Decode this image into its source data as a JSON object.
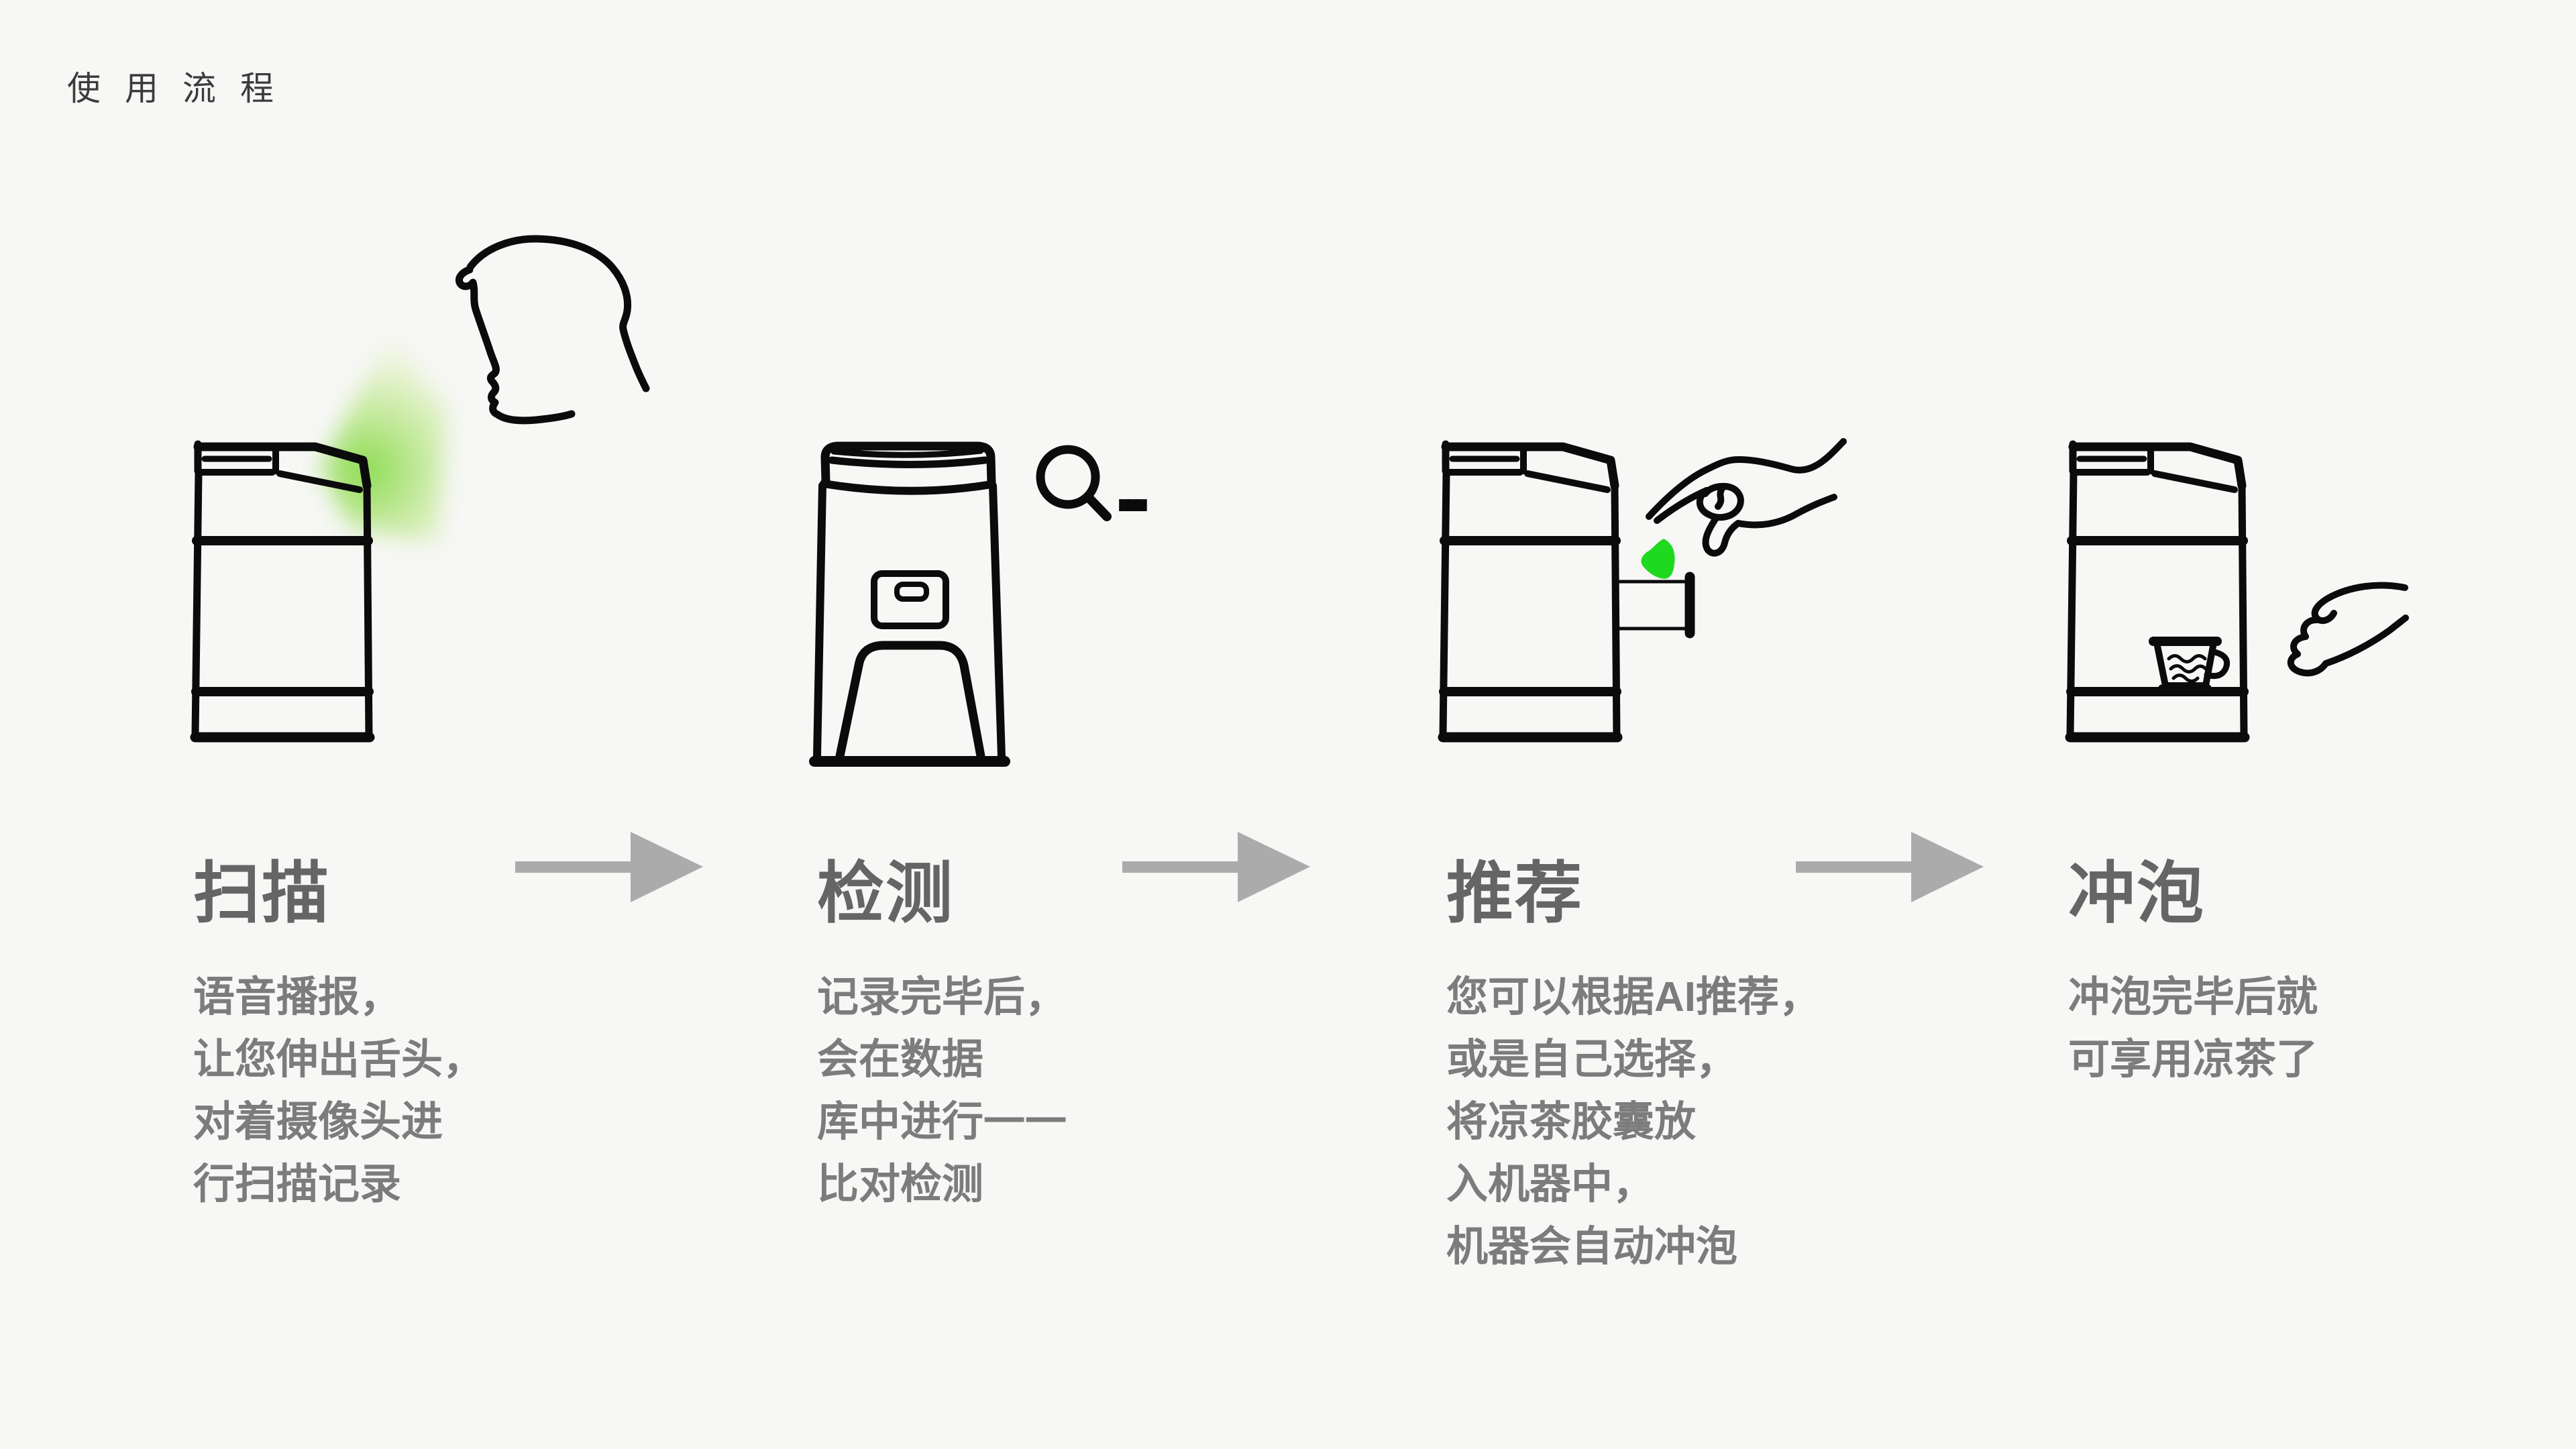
{
  "page": {
    "title": "使用流程"
  },
  "colors": {
    "background": "#f7f7f6",
    "line_art": "#0b0b0b",
    "arrow_gray": "#ababab",
    "step_title_gray": "#656565",
    "description_gray": "#7c7c7c",
    "page_title_gray": "#3c3c3c",
    "capsule_green": "#1fd91f",
    "scan_beam_green": "#7ed83f"
  },
  "detection_ellipsis": "...",
  "steps": [
    {
      "id": "scan",
      "title": "扫描",
      "desc_lines": [
        "语音播报，",
        "让您伸出舌头，",
        "对着摄像头进",
        "行扫描记录"
      ],
      "icons": [
        "tea-machine-side-icon",
        "face-profile-icon",
        "scan-beam-glow"
      ]
    },
    {
      "id": "detect",
      "title": "检测",
      "desc_lines": [
        "记录完毕后，",
        "会在数据",
        "库中进行一一",
        "比对检测"
      ],
      "icons": [
        "tea-machine-front-icon",
        "magnifier-icon",
        "processing-dots"
      ]
    },
    {
      "id": "recommend",
      "title": "推荐",
      "desc_lines": [
        "您可以根据AI推荐，",
        "或是自己选择，",
        "将凉茶胶囊放",
        "入机器中，",
        "机器会自动冲泡"
      ],
      "icons": [
        "tea-machine-side-icon",
        "capsule-drawer-icon",
        "capsule-icon",
        "hand-pinch-icon"
      ]
    },
    {
      "id": "brew",
      "title": "冲泡",
      "desc_lines": [
        "冲泡完毕后就",
        "可享用凉茶了"
      ],
      "icons": [
        "tea-machine-side-icon",
        "teacup-icon",
        "hand-reach-icon"
      ]
    }
  ]
}
